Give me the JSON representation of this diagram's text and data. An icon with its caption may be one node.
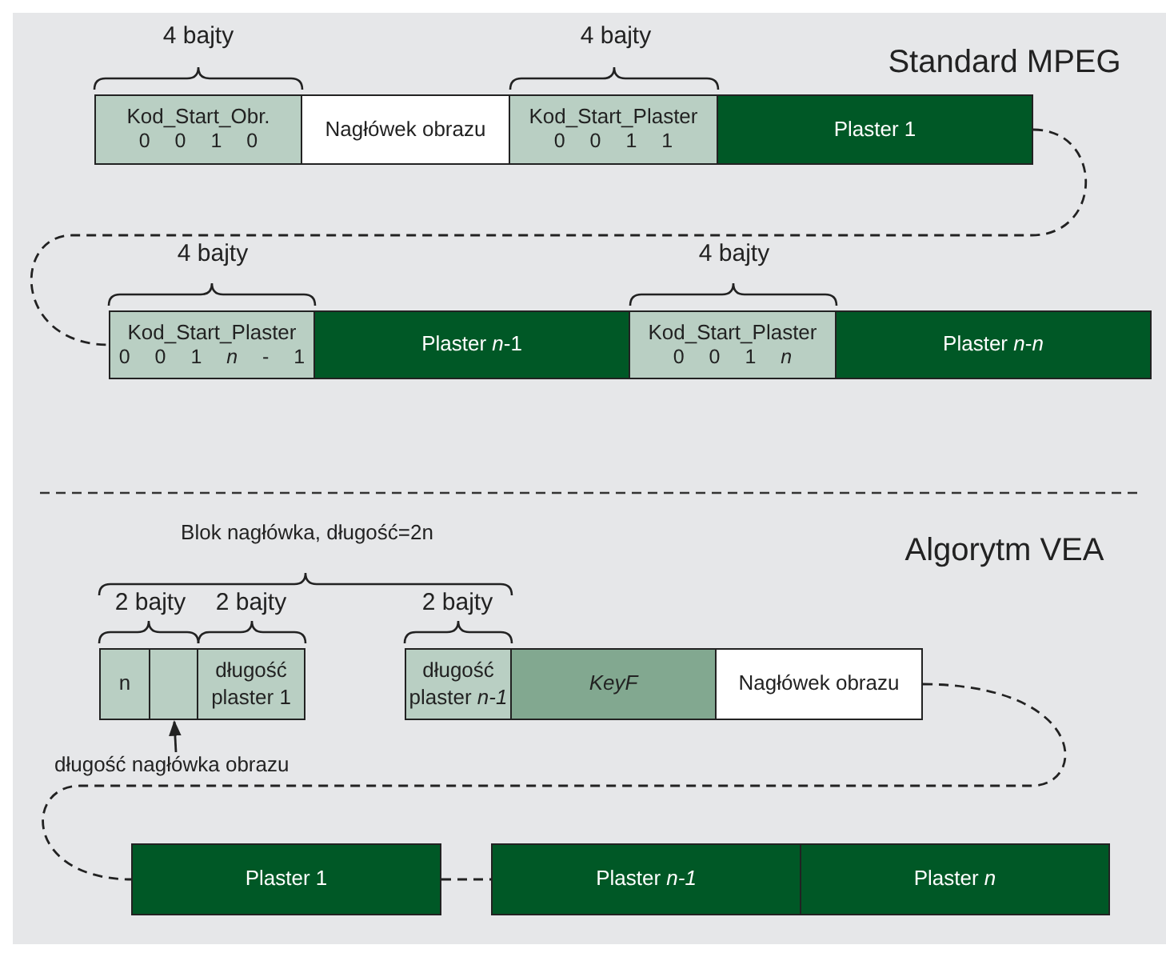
{
  "diagram": {
    "nodes": [
      {
        "text": [
          "Kod_Start_Obr.",
          "0 0 1 0"
        ]
      },
      {
        "text": [
          "Nagłówek obrazu"
        ]
      },
      {
        "text": [
          "Kod_Start_Plaster",
          "0 0 1 1"
        ]
      },
      {
        "text": [
          "Plaster 1"
        ]
      },
      {
        "text": [
          "Kod_Start_Plaster",
          "0 0 1 *n* - 1"
        ]
      },
      {
        "text": [
          "Plaster *n*-1"
        ]
      },
      {
        "text": [
          "Kod_Start_Plaster",
          "0 0 1 *n*"
        ]
      },
      {
        "text": [
          "Plaster *n*-*n*"
        ]
      },
      {
        "text": [
          "n"
        ]
      },
      {
        "text": [],
        "shape": "box"
      },
      {
        "text": [
          "długość plaster 1"
        ]
      },
      {
        "text": [
          "długość plaster *n-1*"
        ]
      },
      {
        "text": [
          "*KeyF*"
        ]
      },
      {
        "text": [
          "Nagłówek obrazu"
        ]
      },
      {
        "text": [
          "Plaster 1"
        ]
      },
      {
        "text": [
          "Plaster *n-1*"
        ]
      },
      {
        "text": [
          "Plaster *n*"
        ]
      },
      {
        "text": [
          "długość nagłówka obrazu"
        ]
      }
    ],
    "edges": [
      {
        "from": 3,
        "to": 4,
        "arrow": "none",
        "style": "dashed"
      },
      {
        "from": 13,
        "to": 14,
        "arrow": "none",
        "style": "dashed"
      },
      {
        "from": 14,
        "to": 15,
        "arrow": "none",
        "style": "dashed"
      },
      {
        "from": 17,
        "to": 9,
        "arrow": "to"
      }
    ],
    "labels": [
      "4 bajty",
      "4 bajty",
      "Standard MPEG",
      "4 bajty",
      "4 bajty",
      "Blok nagłówka, długość=2n",
      "Algorytm VEA",
      "2 bajty",
      "2 bajty",
      "2 bajty"
    ]
  }
}
